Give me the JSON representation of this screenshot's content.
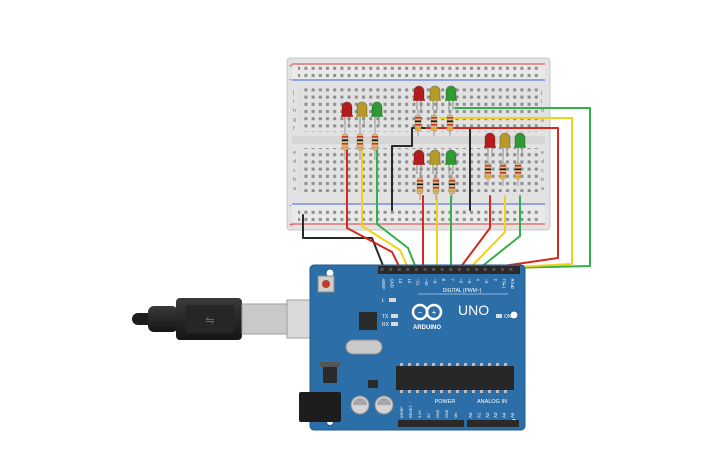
{
  "board": {
    "brand": "ARDUINO",
    "model": "UNO",
    "digital_header": "DIGITAL (PWM~)",
    "on_label": "ON",
    "tx_label": "TX",
    "rx_label": "RX",
    "l_label": "L",
    "power_label": "POWER",
    "analog_label": "ANALOG IN",
    "digital_pins": [
      "AREF",
      "GND",
      "13",
      "12",
      "~11",
      "~10",
      "~9",
      "8",
      "7",
      "~6",
      "~5",
      "4",
      "~3",
      "2",
      "TX▸1",
      "RX◂0"
    ],
    "power_pins": [
      "IOREF",
      "RESET",
      "3.3V",
      "5V",
      "GND",
      "GND",
      "Vin"
    ],
    "analog_pins": [
      "A0",
      "A1",
      "A2",
      "A3",
      "A4",
      "A5"
    ]
  },
  "breadboard": {
    "row_letters_top": [
      "j",
      "i",
      "h",
      "g",
      "f"
    ],
    "row_letters_bottom": [
      "e",
      "d",
      "c",
      "b",
      "a"
    ],
    "rail_plus": "+",
    "rail_minus": "-"
  },
  "colors": {
    "board": "#2b6ea8",
    "board_dark": "#1f5a8c",
    "breadboard": "#e3e3e3",
    "wire_red": "#d22a1e",
    "wire_yellow": "#f0d21a",
    "wire_green": "#33b04a",
    "wire_black": "#2a2a2a",
    "led_red": "#b51d1d",
    "led_yellow": "#b79a2a",
    "led_green": "#2f9a34"
  }
}
